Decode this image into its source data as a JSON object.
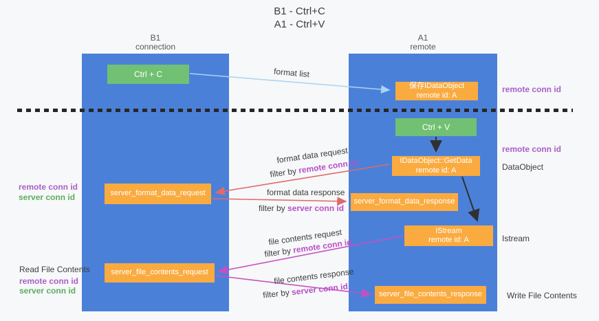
{
  "title": {
    "line1": "B1 - Ctrl+C",
    "line2": "A1 - Ctrl+V"
  },
  "columns": {
    "left": {
      "name": "B1",
      "role": "connection"
    },
    "right": {
      "name": "A1",
      "role": "remote"
    }
  },
  "boxes": {
    "ctrl_c": "Ctrl + C",
    "ctrl_v": "Ctrl + V",
    "save_idataobject": {
      "line1": "保存IDataObject",
      "line2": "remote id: A"
    },
    "getdata": {
      "line1": "IDataObject::GetData",
      "line2": "remote id: A"
    },
    "istream": {
      "line1": "IStream",
      "line2": "remote id: A"
    },
    "server_format_data_request": "server_format_data_request",
    "server_format_data_response": "server_format_data_response",
    "server_file_contents_request": "server_file_contents_request",
    "server_file_contents_response": "server_file_contents_response"
  },
  "side_labels": {
    "left": {
      "group1": {
        "remote": "remote conn id",
        "server": "server conn id"
      },
      "read_file": "Read File Contents",
      "group2": {
        "remote": "remote conn id",
        "server": "server conn id"
      }
    },
    "right": {
      "remote1": "remote conn id",
      "remote2": "remote conn id",
      "dataobject": "DataObject",
      "istream": "Istream",
      "write_file": "Write File Contents"
    }
  },
  "arrow_labels": {
    "format_list": "format list",
    "format_data_request": "format data request",
    "format_data_response": "format data response",
    "file_contents_request": "file contents request",
    "file_contents_response": "file contents response",
    "filter_by": "filter by",
    "remote_conn_id": "remote conn id",
    "server_conn_id": "server conn id"
  },
  "colors": {
    "column_blue": "#4b80d9",
    "box_green": "#72c073",
    "box_orange": "#faab40",
    "remote_conn_purple": "#a95fc9",
    "server_conn_green": "#5aae60",
    "filter_id_magenta": "#b84fc8",
    "arrow_salmon": "#e0696b",
    "arrow_magenta": "#c650c3",
    "arrow_lightblue": "#a9d4f4",
    "arrow_black": "#303030"
  }
}
